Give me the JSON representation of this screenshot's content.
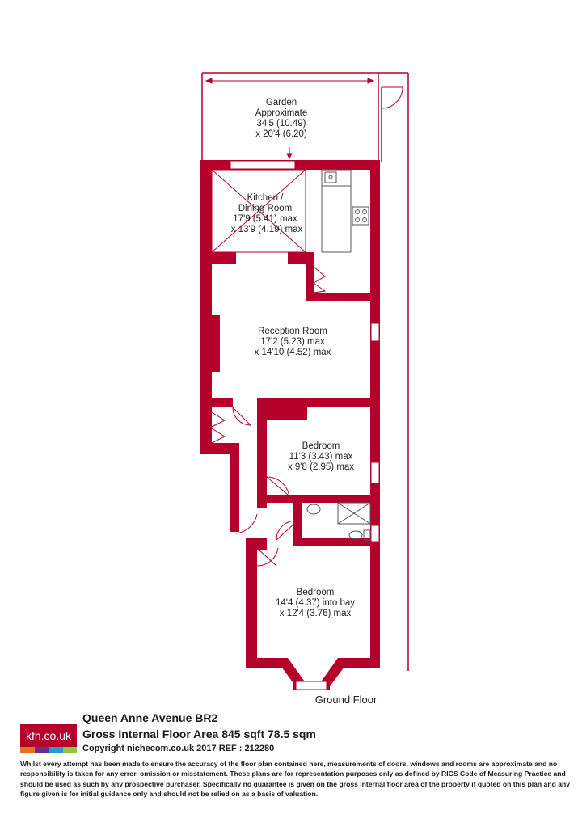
{
  "colors": {
    "wall": "#b5002b",
    "line": "#b5002b",
    "fixture": "#555555",
    "text": "#222222"
  },
  "rooms": [
    {
      "name": "Garden",
      "lines": [
        "Garden",
        "Approximate",
        "34'5 (10.49)",
        "x 20'4 (6.20)"
      ]
    },
    {
      "name": "Kitchen / Dining Room",
      "lines": [
        "Kitchen /",
        "Dining Room",
        "17'9 (5.41) max",
        "x 13'9 (4.19) max"
      ]
    },
    {
      "name": "Reception Room",
      "lines": [
        "Reception Room",
        "17'2 (5.23) max",
        "x 14'10 (4.52) max"
      ]
    },
    {
      "name": "Bedroom",
      "lines": [
        "Bedroom",
        "11'3 (3.43) max",
        "x 9'8 (2.95) max"
      ]
    },
    {
      "name": "Bedroom",
      "lines": [
        "Bedroom",
        "14'4 (4.37) into bay",
        "x 12'4 (3.76) max"
      ]
    }
  ],
  "floor_label": "Ground Floor",
  "logo": {
    "text": "kfh.co.uk",
    "bg": "#b5002b",
    "bar_colors": [
      "#e8731c",
      "#6a2c8c",
      "#2a9ad6",
      "#8dc63f"
    ]
  },
  "property": {
    "address": "Queen Anne Avenue  BR2",
    "area": "Gross Internal Floor Area 845 sqft 78.5 sqm",
    "copyright": "Copyright nichecom.co.uk 2017 REF : 212280"
  },
  "disclaimer": "Whilst every attempt has been made to ensure the accuracy of the floor plan contained here, measurements of doors, windows and rooms are approximate and no responsibility is taken for any error, omission or misstatement.  These plans are for representation purposes only as defined by RICS Code of Measuring Practice and should be used as such by any prospective purchaser.  Specifically no guarantee is given on the gross internal floor area of the property if quoted on this plan and any figure given is for initial guidance only and should not be relied on as a basis of valuation."
}
